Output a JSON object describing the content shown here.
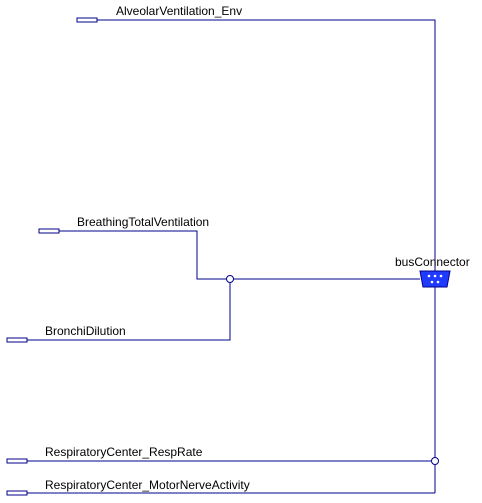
{
  "diagram": {
    "signals": [
      {
        "id": "alveolar",
        "label": "AlveolarVentilation_Env"
      },
      {
        "id": "breathing",
        "label": "BreathingTotalVentilation"
      },
      {
        "id": "bronchi",
        "label": "BronchiDilution"
      },
      {
        "id": "resprate",
        "label": "RespiratoryCenter_RespRate"
      },
      {
        "id": "motor",
        "label": "RespiratoryCenter_MotorNerveActivity"
      }
    ],
    "bus_connector": {
      "label": "busConnector"
    },
    "colors": {
      "wire": "#00008b",
      "connector_fill": "#1f3bff",
      "connector_stroke": "#00008b",
      "text": "#000000",
      "background": "#ffffff"
    }
  }
}
